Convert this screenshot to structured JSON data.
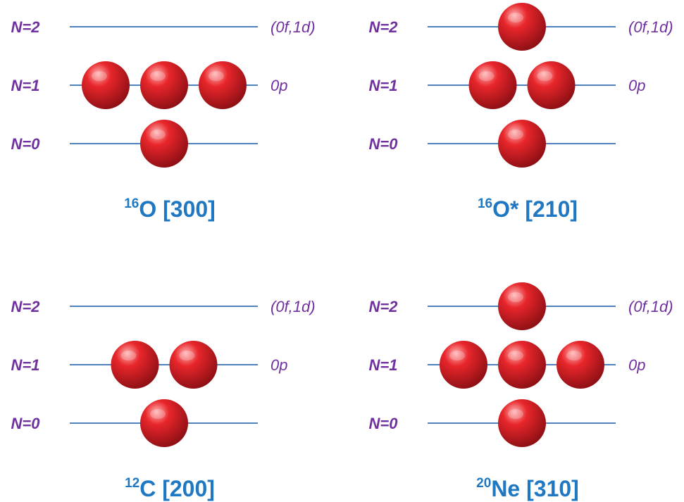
{
  "colors": {
    "level_label": "#7030a0",
    "orbital_label": "#7030a0",
    "line": "#4f81bd",
    "caption": "#1f78c1",
    "sphere_light": "#ffb3b3",
    "sphere_mid": "#e8262b",
    "sphere_dark": "#8a0f14"
  },
  "icon": "nucleon-sphere-icon",
  "panels": [
    {
      "id": "o16",
      "levels": [
        {
          "label": "N=2",
          "orbital": "(0f,1d)",
          "nucleons": 0
        },
        {
          "label": "N=1",
          "orbital": "0p",
          "nucleons": 3
        },
        {
          "label": "N=0",
          "orbital": "",
          "nucleons": 1
        }
      ],
      "caption": {
        "mass": "16",
        "text": "O [300]"
      }
    },
    {
      "id": "o16-star",
      "levels": [
        {
          "label": "N=2",
          "orbital": "(0f,1d)",
          "nucleons": 1
        },
        {
          "label": "N=1",
          "orbital": "0p",
          "nucleons": 2
        },
        {
          "label": "N=0",
          "orbital": "",
          "nucleons": 1
        }
      ],
      "caption": {
        "mass": "16",
        "text": "O* [210]"
      }
    },
    {
      "id": "c12",
      "levels": [
        {
          "label": "N=2",
          "orbital": "(0f,1d)",
          "nucleons": 0
        },
        {
          "label": "N=1",
          "orbital": "0p",
          "nucleons": 2
        },
        {
          "label": "N=0",
          "orbital": "",
          "nucleons": 1
        }
      ],
      "caption": {
        "mass": "12",
        "text": "C [200]"
      }
    },
    {
      "id": "ne20",
      "levels": [
        {
          "label": "N=2",
          "orbital": "(0f,1d)",
          "nucleons": 1
        },
        {
          "label": "N=1",
          "orbital": "0p",
          "nucleons": 3
        },
        {
          "label": "N=0",
          "orbital": "",
          "nucleons": 1
        }
      ],
      "caption": {
        "mass": "20",
        "text": "Ne [310]"
      }
    }
  ]
}
